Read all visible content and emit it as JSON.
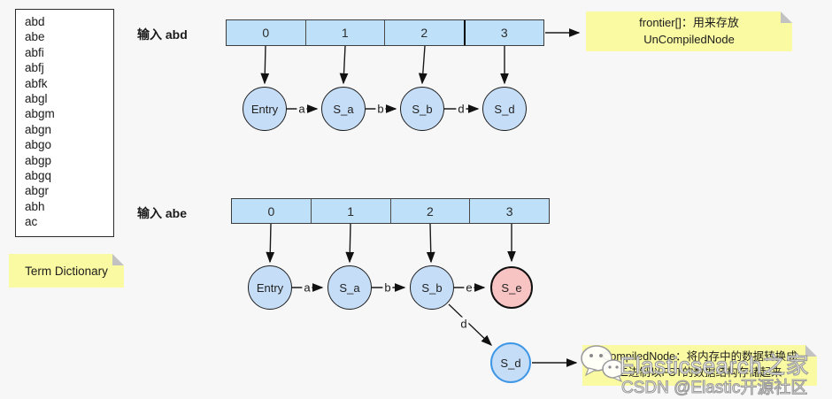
{
  "term_dictionary": {
    "label": "Term Dictionary",
    "terms": [
      "abd",
      "abe",
      "abfi",
      "abfj",
      "abfk",
      "abgl",
      "abgm",
      "abgn",
      "abgo",
      "abgp",
      "abgq",
      "abgr",
      "abh",
      "ac"
    ]
  },
  "section_abd": {
    "input_label": "输入 abd",
    "cells": [
      "0",
      "1",
      "2",
      "3"
    ],
    "nodes": {
      "entry": "Entry",
      "s_a": "S_a",
      "s_b": "S_b",
      "s_d": "S_d"
    },
    "edges": {
      "a": "a",
      "b": "b",
      "d": "d"
    },
    "note": {
      "line1": "frontier[]：用来存放",
      "line2": "UnCompiledNode"
    }
  },
  "section_abe": {
    "input_label": "输入 abe",
    "cells": [
      "0",
      "1",
      "2",
      "3"
    ],
    "nodes": {
      "entry": "Entry",
      "s_a": "S_a",
      "s_b": "S_b",
      "s_e": "S_e",
      "s_d": "S_d"
    },
    "edges": {
      "a": "a",
      "b": "b",
      "e": "e",
      "d": "d"
    },
    "note": {
      "line1": "CompiledNode：将内存中的数据转换成",
      "line2": "二进制以FST的数据结构存储起来"
    }
  },
  "watermark": {
    "title": "Elasticsearch之家",
    "subtitle": "CSDN @Elastic开源社区",
    "icon": "wechat-icon"
  },
  "colors": {
    "page_bg": "#f7f7f7",
    "cell_fill": "#bee0f8",
    "node_fill": "#c5ddf6",
    "node_pink": "#f8c3c3",
    "node_blue_ring": "#3e97e6",
    "note_yellow": "#fafaa2"
  }
}
